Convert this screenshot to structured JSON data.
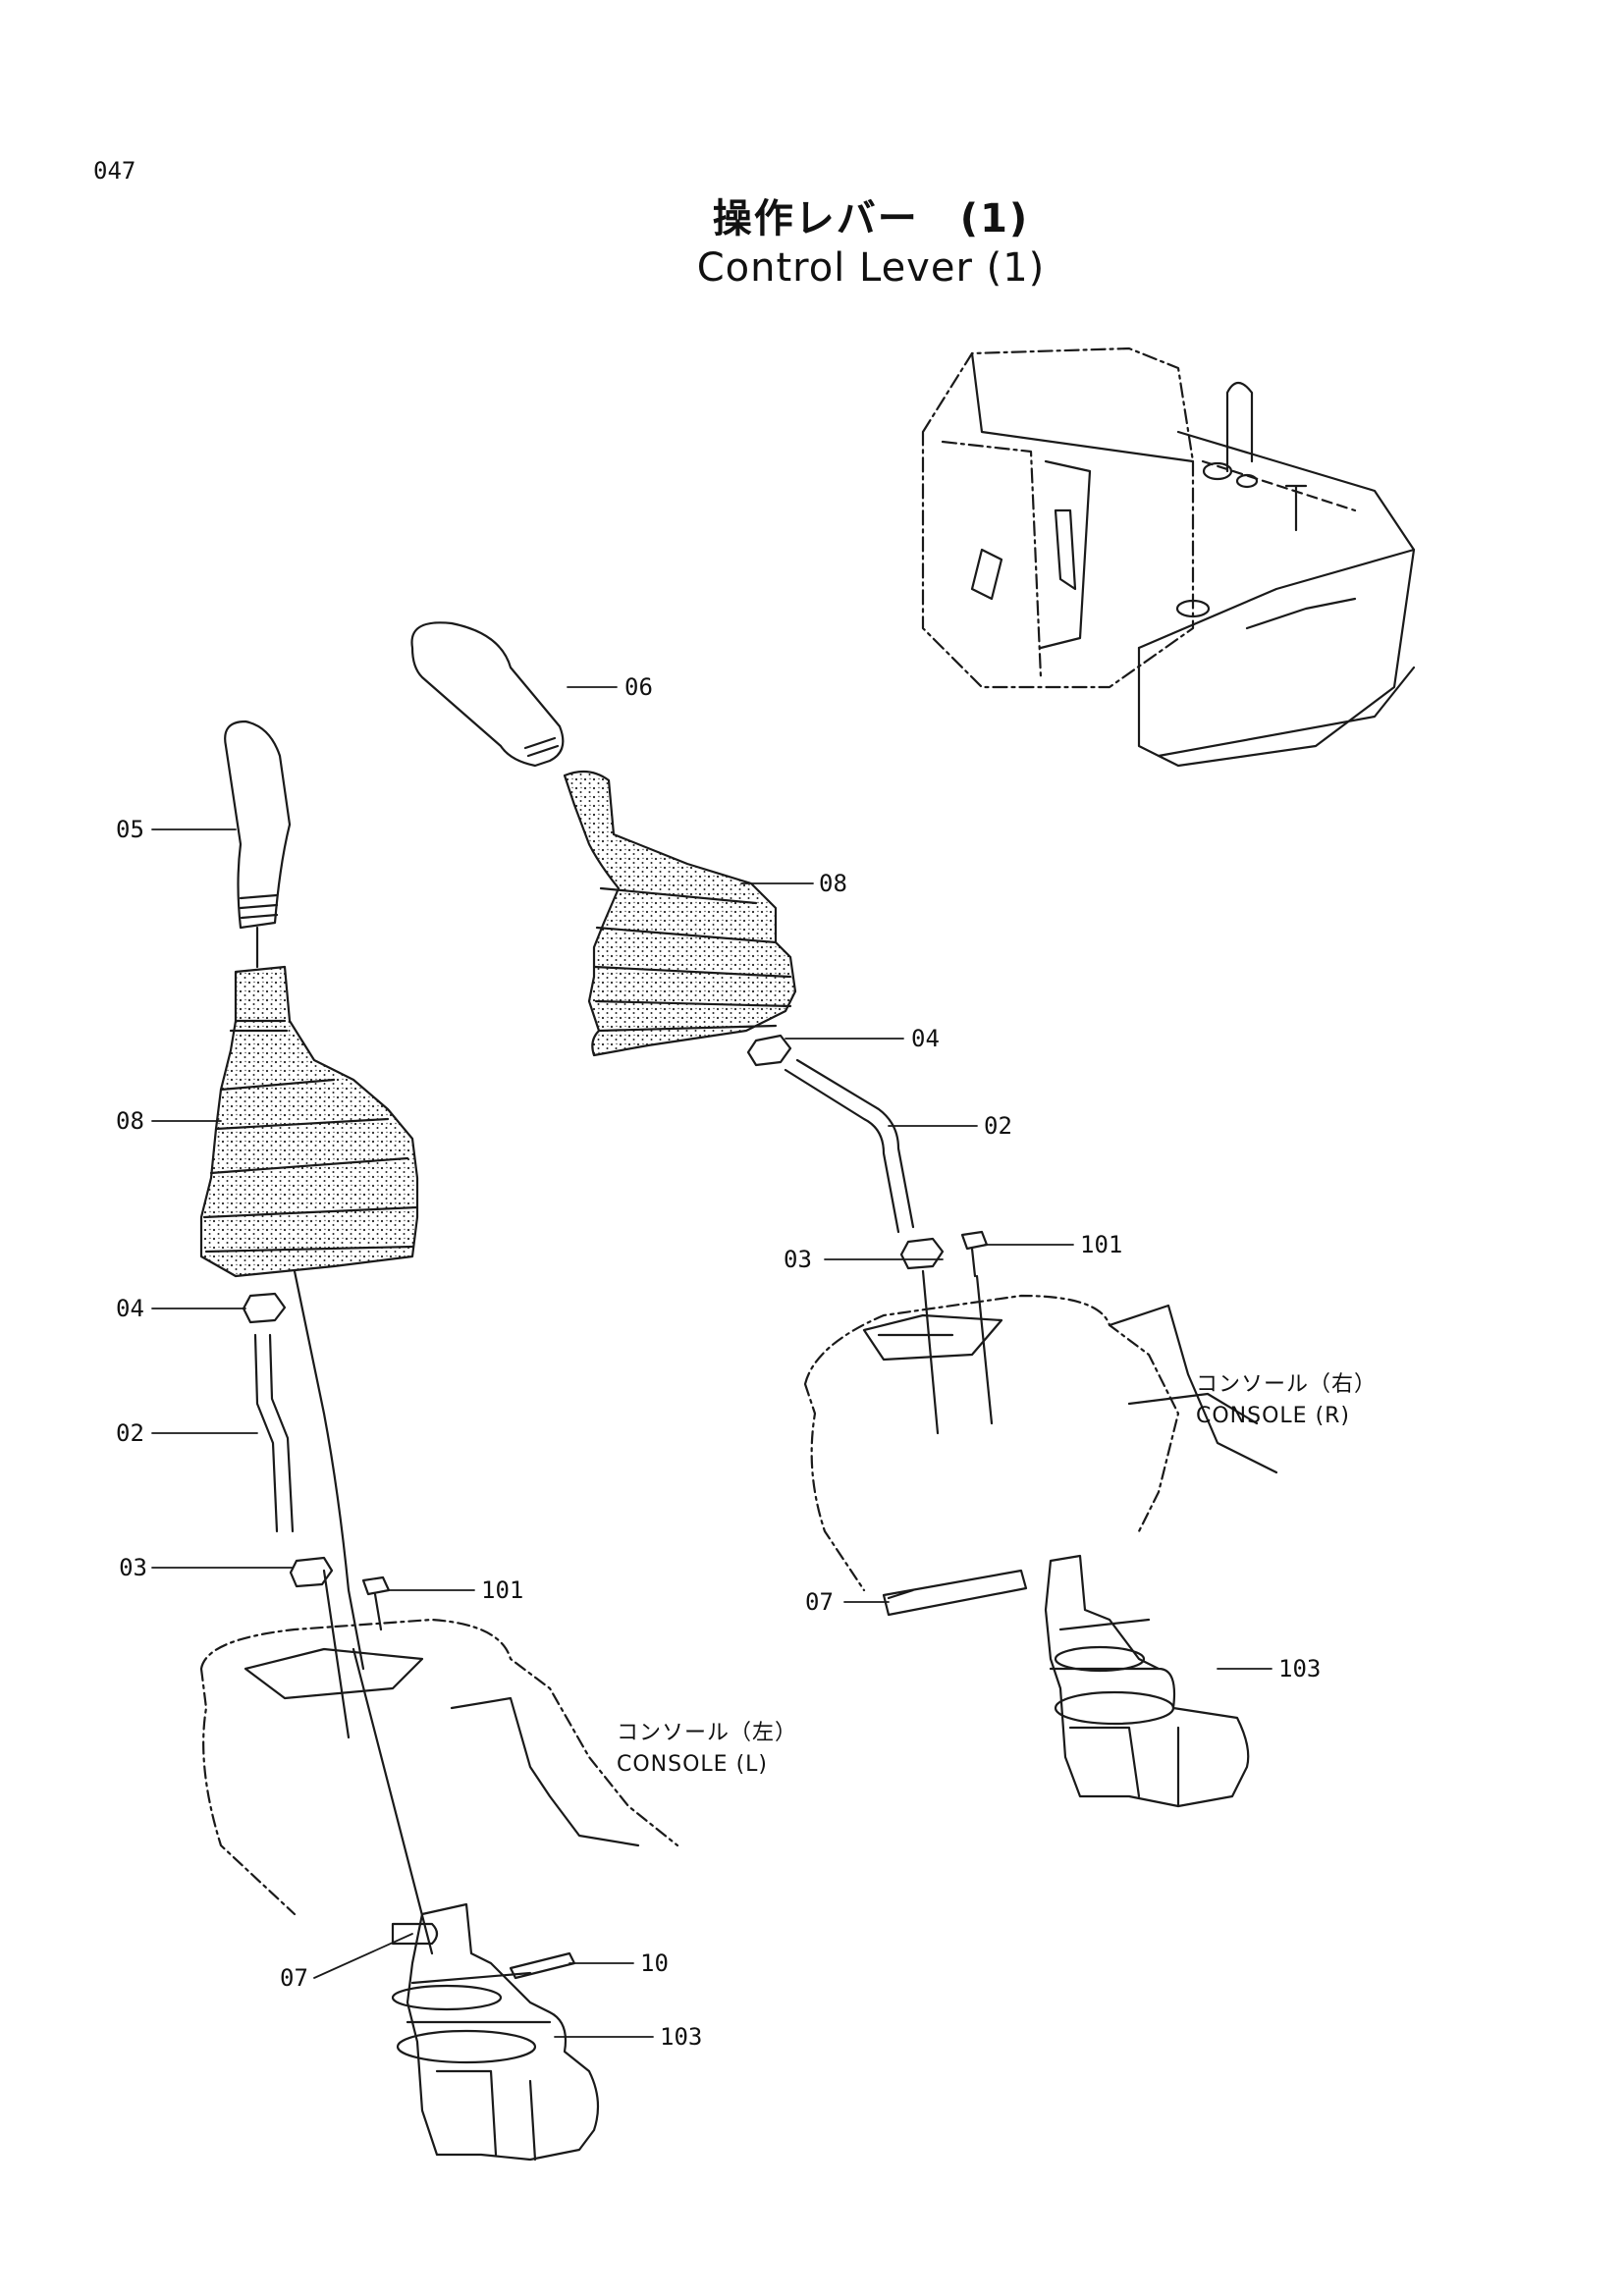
{
  "page_number": "047",
  "title": {
    "ja": "操作レバー　(1)",
    "en": "Control Lever (1)"
  },
  "console_labels": {
    "right": {
      "ja": "コンソール（右）",
      "en": "CONSOLE (R)"
    },
    "left": {
      "ja": "コンソール（左）",
      "en": "CONSOLE (L)"
    }
  },
  "callouts": {
    "c05": "05",
    "c06": "06",
    "c08a": "08",
    "c08b": "08",
    "c04a": "04",
    "c04b": "04",
    "c02a": "02",
    "c02b": "02",
    "c03a": "03",
    "c03b": "03",
    "c101a": "101",
    "c101b": "101",
    "c07a": "07",
    "c07b": "07",
    "c10": "10",
    "c103a": "103",
    "c103b": "103"
  },
  "colors": {
    "line": "#1a1a1a",
    "background": "#ffffff"
  }
}
